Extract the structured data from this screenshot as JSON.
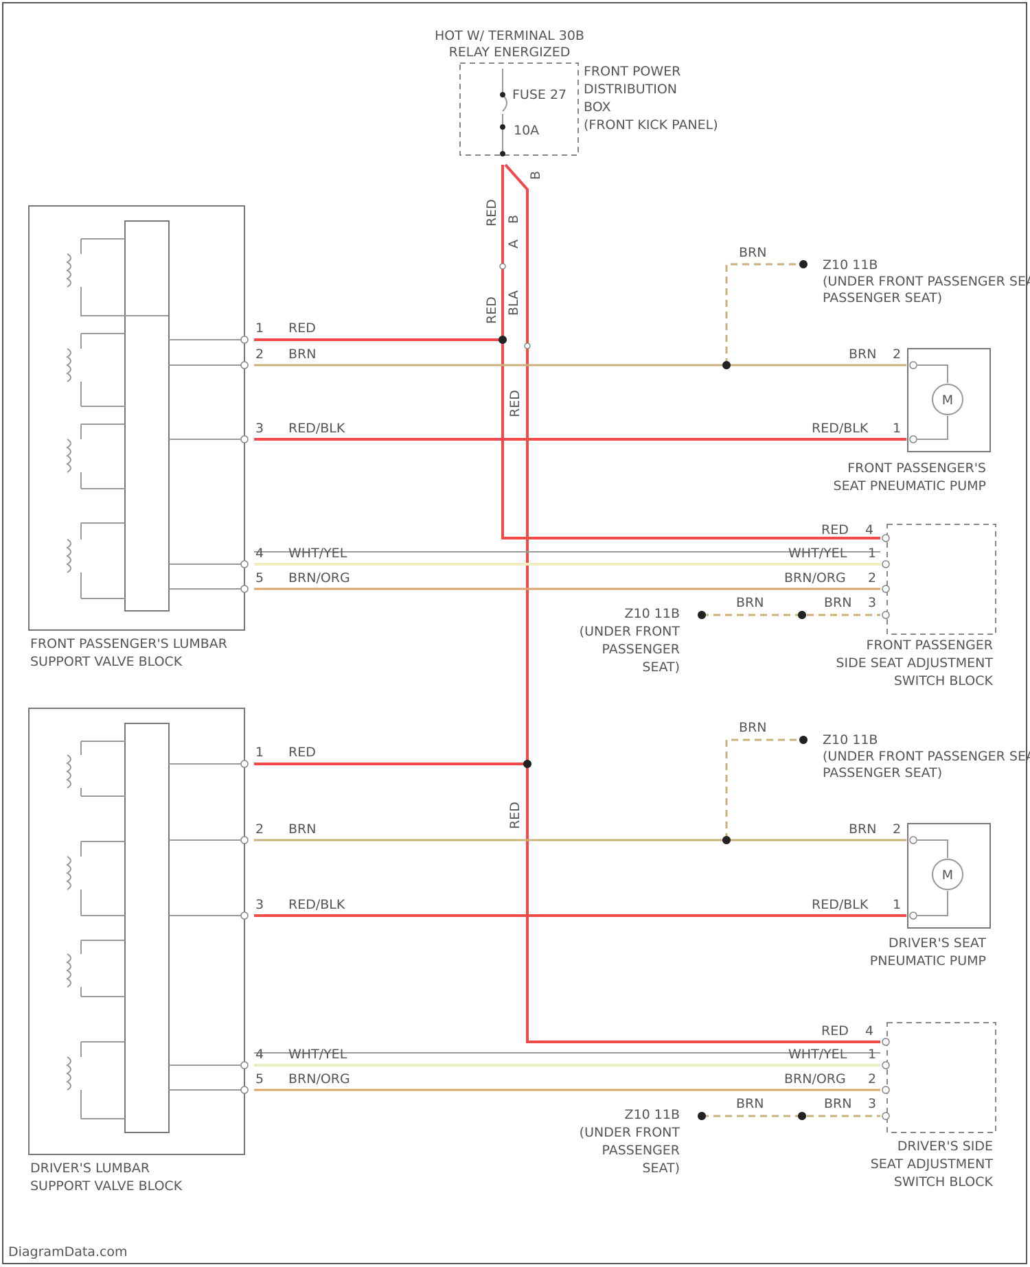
{
  "relay_label": [
    "HOT W/ TERMINAL 30B",
    "RELAY ENERGIZED"
  ],
  "fuse": {
    "name": "FUSE 27",
    "rating": "10A"
  },
  "power_box_label": [
    "FRONT POWER",
    "DISTRIBUTION",
    "BOX",
    "(FRONT KICK PANEL)"
  ],
  "wire_codes": {
    "red": "RED",
    "brn": "BRN",
    "red_blk": "RED/BLK",
    "wht_yel": "WHT/YEL",
    "brn_org": "BRN/ORG"
  },
  "pin_numbers": [
    "1",
    "2",
    "3",
    "4",
    "5"
  ],
  "ground": {
    "id": "Z10 11B",
    "location": "(UNDER FRONT PASSENGER SEAT)",
    "location_lines": [
      "(UNDER FRONT",
      "PASSENGER",
      "SEAT)"
    ]
  },
  "components": {
    "pass_lumbar": [
      "FRONT PASSENGER'S LUMBAR",
      "SUPPORT VALVE BLOCK"
    ],
    "driver_lumbar": [
      "DRIVER'S LUMBAR",
      "SUPPORT VALVE BLOCK"
    ],
    "pass_pump": [
      "FRONT PASSENGER'S",
      "SEAT PNEUMATIC PUMP"
    ],
    "driver_pump": [
      "DRIVER'S SEAT",
      "PNEUMATIC PUMP"
    ],
    "pass_switch": [
      "FRONT PASSENGER",
      "SIDE SEAT ADJUSTMENT",
      "SWITCH BLOCK"
    ],
    "driver_switch": [
      "DRIVER'S SIDE",
      "SEAT ADJUSTMENT",
      "SWITCH BLOCK"
    ]
  },
  "motor_symbol": "M",
  "vertical_marks": [
    "RED",
    "B",
    "A",
    "B",
    "RED",
    "BLA",
    "RED",
    "RED"
  ],
  "footer": "DiagramData.com",
  "colors": {
    "red": "#f04a4a",
    "brn": "#c9b27a",
    "wht_yel": "#eeeec0",
    "brn_org": "#d9a66a",
    "frame": "#555555"
  }
}
